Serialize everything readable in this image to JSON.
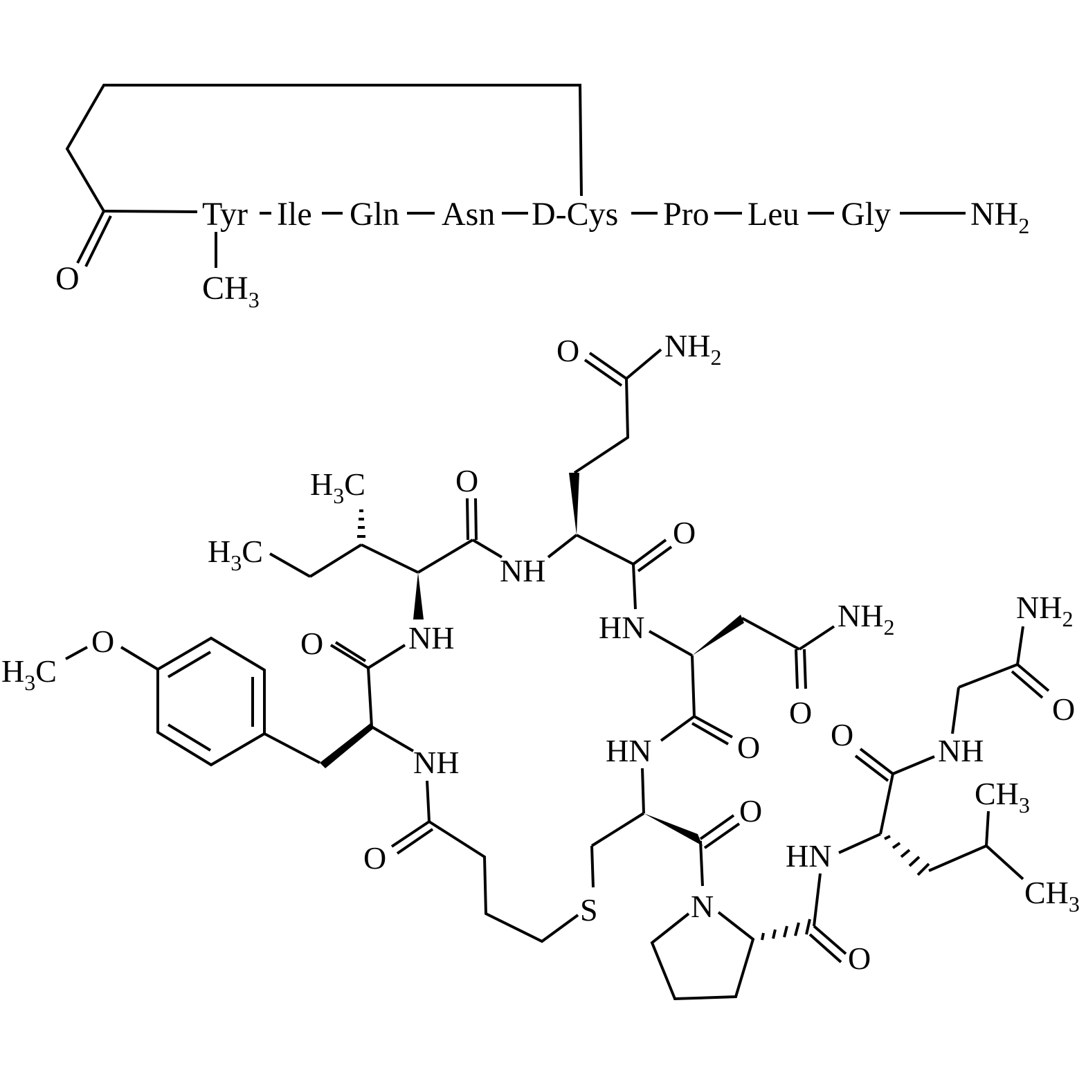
{
  "sequence": {
    "residues": [
      "Tyr",
      "Ile",
      "Gln",
      "Asn",
      "D-Cys",
      "Pro",
      "Leu",
      "Gly"
    ],
    "c_terminus": "NH",
    "c_terminus_sub": "2",
    "tyr_substituent": "CH",
    "tyr_substituent_sub": "3",
    "carbonyl_oxygen": "O"
  },
  "structure": {
    "atoms": {
      "methoxy_c": "H",
      "methoxy_c_sub": "3",
      "methoxy_c_tail": "C",
      "methoxy_o": "O",
      "tyr_co_o": "O",
      "tyr_nh_top": "NH",
      "tyr_nh_bottom": "NH",
      "linker_o": "O",
      "ile_h3c_top": "H",
      "ile_h3c_top_sub": "3",
      "ile_h3c_top_tail": "C",
      "ile_h3c_left": "H",
      "ile_h3c_left_sub": "3",
      "ile_h3c_left_tail": "C",
      "ile_co_o": "O",
      "ile_nh": "NH",
      "gln_side_o": "O",
      "gln_side_nh2": "NH",
      "gln_side_nh2_sub": "2",
      "gln_co_o": "O",
      "asn_hn": "HN",
      "asn_side_nh2": "NH",
      "asn_side_nh2_sub": "2",
      "asn_side_o": "O",
      "asn_co_o": "O",
      "cys_hn": "HN",
      "cys_co_o": "O",
      "sulfur": "S",
      "pro_n": "N",
      "pro_co_o": "O",
      "leu_hn": "HN",
      "leu_co_o": "O",
      "leu_ch3_top": "CH",
      "leu_ch3_top_sub": "3",
      "leu_ch3_bottom": "CH",
      "leu_ch3_bottom_sub": "3",
      "gly_nh": "NH",
      "gly_nh2": "NH",
      "gly_nh2_sub": "2",
      "gly_o": "O"
    }
  }
}
